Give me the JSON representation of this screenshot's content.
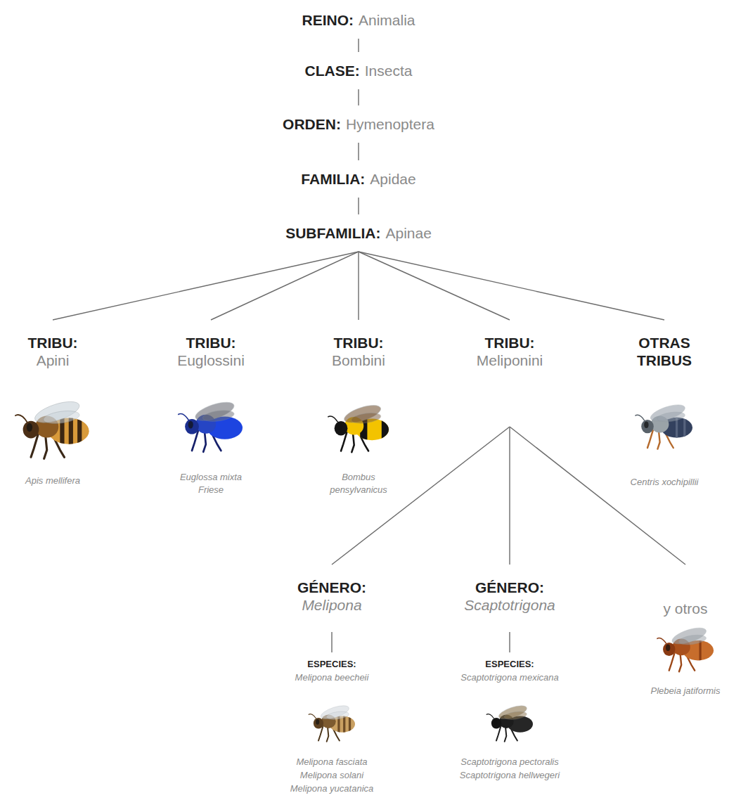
{
  "diagram": {
    "nodes": [
      {
        "text": [
          "REINO:",
          "Animalia"
        ]
      },
      {
        "text": [
          "CLASE:",
          "Insecta"
        ]
      },
      {
        "text": [
          "ORDEN:",
          "Hymenoptera"
        ]
      },
      {
        "text": [
          "FAMILIA:",
          "Apidae"
        ]
      },
      {
        "text": [
          "SUBFAMILIA:",
          "Apinae"
        ]
      },
      {
        "text": [
          "TRIBU:",
          "Apini",
          "Apis mellifera"
        ]
      },
      {
        "text": [
          "TRIBU:",
          "Euglossini",
          "Euglossa mixta Friese"
        ]
      },
      {
        "text": [
          "TRIBU:",
          "Bombini",
          "Bombus pensylvanicus"
        ]
      },
      {
        "text": [
          "TRIBU:",
          "Meliponini"
        ]
      },
      {
        "text": [
          "OTRAS TRIBUS",
          "Centris xochipillii"
        ]
      },
      {
        "text": [
          "GÉNERO:",
          "Melipona"
        ]
      },
      {
        "text": [
          "GÉNERO:",
          "Scaptotrigona"
        ]
      },
      {
        "text": [
          "y otros",
          "Plebeia jatiformis"
        ]
      },
      {
        "text": [
          "ESPECIES:",
          "Melipona beecheii",
          "Melipona fasciata",
          "Melipona solani",
          "Melipona yucatanica"
        ]
      },
      {
        "text": [
          "ESPECIES:",
          "Scaptotrigona mexicana",
          "Scaptotrigona pectoralis",
          "Scaptotrigona hellwegeri"
        ]
      }
    ],
    "edges": [
      {
        "from": 0,
        "to": 1,
        "arrow": "none"
      },
      {
        "from": 1,
        "to": 2,
        "arrow": "none"
      },
      {
        "from": 2,
        "to": 3,
        "arrow": "none"
      },
      {
        "from": 3,
        "to": 4,
        "arrow": "none"
      },
      {
        "from": 4,
        "to": 5,
        "arrow": "none"
      },
      {
        "from": 4,
        "to": 6,
        "arrow": "none"
      },
      {
        "from": 4,
        "to": 7,
        "arrow": "none"
      },
      {
        "from": 4,
        "to": 8,
        "arrow": "none"
      },
      {
        "from": 4,
        "to": 9,
        "arrow": "none"
      },
      {
        "from": 8,
        "to": 10,
        "arrow": "none"
      },
      {
        "from": 8,
        "to": 11,
        "arrow": "none"
      },
      {
        "from": 8,
        "to": 12,
        "arrow": "none"
      },
      {
        "from": 10,
        "to": 13,
        "arrow": "none"
      },
      {
        "from": 11,
        "to": 14,
        "arrow": "none"
      }
    ]
  }
}
